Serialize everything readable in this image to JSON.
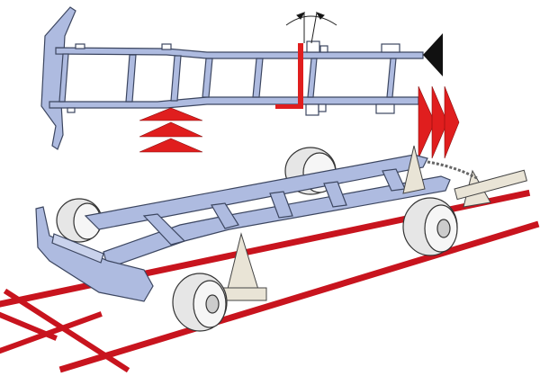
{
  "colors": {
    "frame_fill": "#aebbe0",
    "frame_stroke": "#3c4660",
    "accent_red": "#e01e1e",
    "anchor_black": "#111111",
    "wheel_fill": "#f2f2f2",
    "rail_red": "#c8141e"
  },
  "icons": [
    "push-up-arrows",
    "pull-right-arrows",
    "anchor-triangle",
    "twist-angle-indicator"
  ]
}
